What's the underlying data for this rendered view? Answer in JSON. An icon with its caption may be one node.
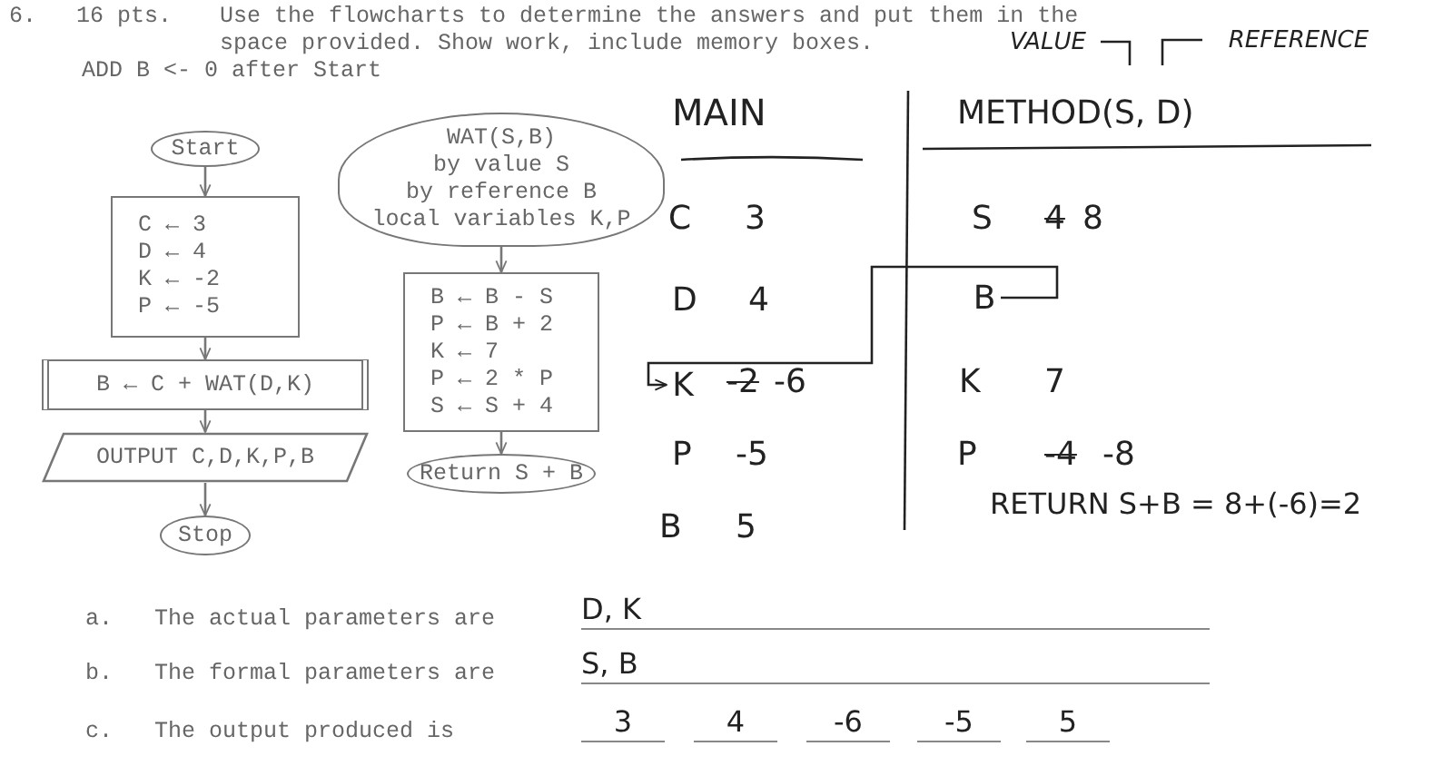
{
  "diagram": {
    "nodes": [
      {
        "text": [
          "Start"
        ]
      },
      {
        "text": [
          "C ← 3",
          "D ← 4",
          "K ← -2",
          "P ← -5"
        ]
      },
      {
        "text": [
          "B ← C + WAT(D,K)"
        ]
      },
      {
        "text": [
          "OUTPUT C,D,K,P,B"
        ]
      },
      {
        "text": [
          "Stop"
        ]
      },
      {
        "text": [
          "WAT(S,B)",
          "by value S",
          "by reference B",
          "local variables K,P"
        ]
      },
      {
        "text": [
          "B ← B - S",
          "P ← B + 2",
          "K ← 7",
          "P ← 2 * P",
          "S ← S + 4"
        ]
      },
      {
        "text": [
          "Return S + B"
        ]
      },
      {
        "text": [
          "VALUE"
        ]
      },
      {
        "text": [
          "REFERENCE"
        ]
      },
      {
        "text": [
          "K"
        ]
      },
      {
        "text": [
          "B"
        ]
      }
    ],
    "edges": [
      {
        "from": 0,
        "to": 1,
        "arrow": "to"
      },
      {
        "from": 1,
        "to": 2,
        "arrow": "to"
      },
      {
        "from": 2,
        "to": 3,
        "arrow": "to"
      },
      {
        "from": 3,
        "to": 4,
        "arrow": "to"
      },
      {
        "from": 5,
        "to": 6,
        "arrow": "to"
      },
      {
        "from": 6,
        "to": 7,
        "arrow": "to"
      },
      {
        "from": 11,
        "to": 10,
        "arrow": "to"
      },
      {
        "from": 8,
        "to": null,
        "arrow": "none"
      },
      {
        "from": 9,
        "to": null,
        "arrow": "none"
      }
    ],
    "labels": [
      "6.",
      "16 pts.",
      "Use the flowcharts to determine the answers and put them in the space provided. Show work, include memory boxes.",
      "ADD B <- 0 after Start",
      "MAIN",
      "METHOD(S, D)",
      "C",
      "3",
      "S",
      "4",
      "8",
      "D",
      "4",
      "-2",
      "-6",
      "K",
      "7",
      "P",
      "-5",
      "P",
      "-4",
      "-8",
      "B",
      "5",
      "RETURN S+B = 8+(-6)=2",
      "a.",
      "The actual parameters are",
      "D, K",
      "b.",
      "The formal parameters are",
      "S, B",
      "c.",
      "The output produced is",
      "3",
      "4",
      "-6",
      "-5",
      "5"
    ]
  }
}
